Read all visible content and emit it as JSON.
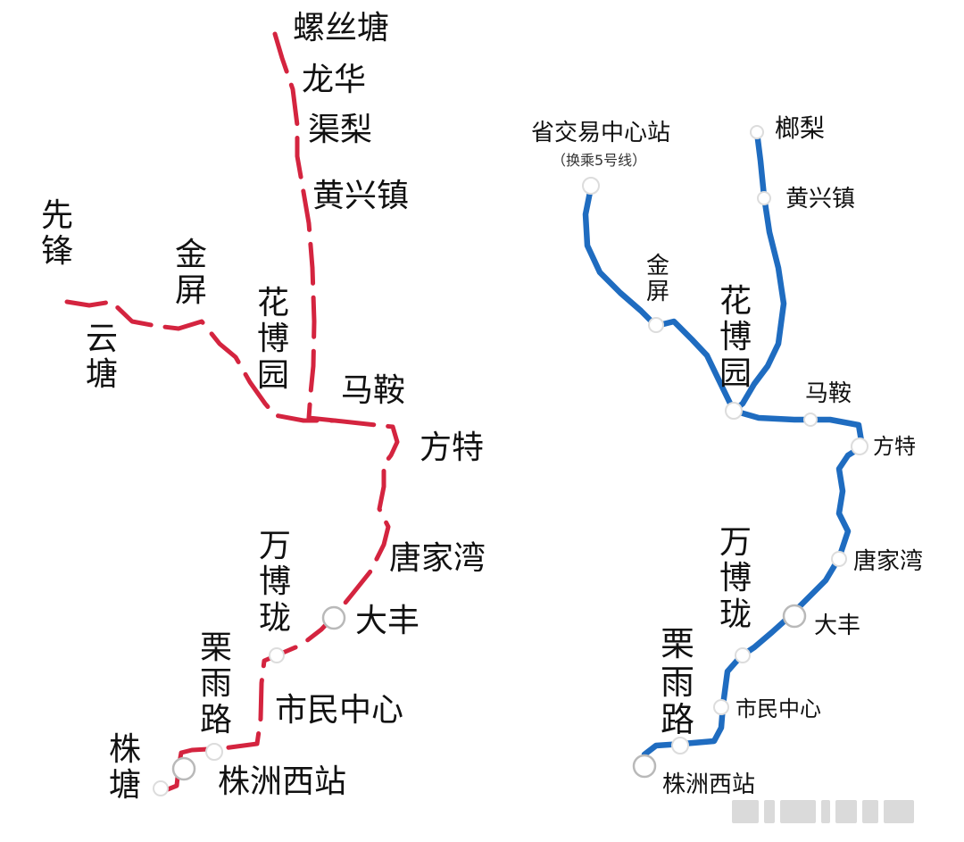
{
  "red_map": {
    "line_color": "#d4243f",
    "stations": {
      "luositang": "螺丝塘",
      "longhua": "龙华",
      "zhali_left": "渠梨",
      "huangxingzhen": "黄兴镇",
      "xianfeng": "先锋",
      "jinping": "金屏",
      "yuntang": "云塘",
      "huabo": "花博园",
      "maan": "马鞍",
      "fangte": "方特",
      "tangjiawan": "唐家湾",
      "wanbolong": "万博珑",
      "dafeng": "大丰",
      "liyulu": "栗雨路",
      "shiminzhongxin": "市民中心",
      "zhutang": "株塘",
      "zhuzhouxizhan": "株洲西站"
    }
  },
  "blue_map": {
    "line_color": "#1f6cc0",
    "stations": {
      "shengjiaoyi": "省交易中心站",
      "shengjiaoyi_note": "（换乘5号线）",
      "zhali": "榔梨",
      "huangxingzhen": "黄兴镇",
      "jinping": "金屏",
      "huabo": "花博园",
      "maan": "马鞍",
      "fangte": "方特",
      "tangjiawan": "唐家湾",
      "wanbolong": "万博珑",
      "dafeng": "大丰",
      "liyulu": "栗雨路",
      "shiminzhongxin": "市民中心",
      "zhuzhouxizhan": "株洲西站"
    }
  }
}
